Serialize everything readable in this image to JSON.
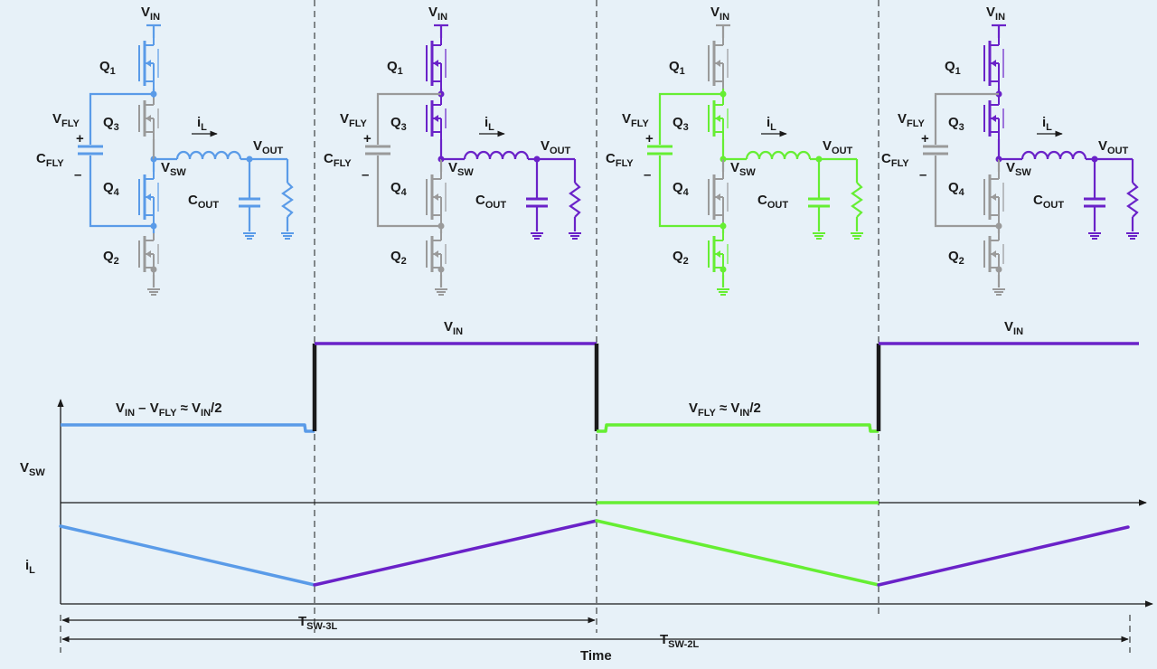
{
  "colors": {
    "background": "#e7f1f8",
    "phase1": "#5a9be8",
    "phase2": "#6a22c8",
    "phase3": "#66ee33",
    "inactive": "#9a9a9a",
    "ink": "#1a1a1a"
  },
  "circuit_labels": {
    "vin": {
      "main": "V",
      "sub": "IN"
    },
    "q1": {
      "main": "Q",
      "sub": "1"
    },
    "q2": {
      "main": "Q",
      "sub": "2"
    },
    "q3": {
      "main": "Q",
      "sub": "3"
    },
    "q4": {
      "main": "Q",
      "sub": "4"
    },
    "vfly": {
      "main": "V",
      "sub": "FLY"
    },
    "cfly": {
      "main": "C",
      "sub": "FLY"
    },
    "plus": "+",
    "minus": "–",
    "il": {
      "main": "i",
      "sub": "L"
    },
    "vout": {
      "main": "V",
      "sub": "OUT"
    },
    "vsw": {
      "main": "V",
      "sub": "SW"
    },
    "cout": {
      "main": "C",
      "sub": "OUT"
    }
  },
  "phases": [
    {
      "color_key": "phase1",
      "q1": true,
      "q2": false,
      "q3": false,
      "q4": true,
      "cfly": true
    },
    {
      "color_key": "phase2",
      "q1": true,
      "q2": false,
      "q3": true,
      "q4": false,
      "cfly": false
    },
    {
      "color_key": "phase3",
      "q1": false,
      "q2": true,
      "q3": true,
      "q4": false,
      "cfly": true
    },
    {
      "color_key": "phase2",
      "q1": true,
      "q2": false,
      "q3": true,
      "q4": false,
      "cfly": false
    }
  ],
  "waveform": {
    "axis_labels": {
      "vsw": {
        "main": "V",
        "sub": "SW"
      },
      "il": {
        "main": "i",
        "sub": "L"
      },
      "time": "Time"
    },
    "levels": {
      "vin": {
        "main": "V",
        "sub": "IN"
      },
      "half1": {
        "parts": [
          {
            "t": "V",
            "sub": false
          },
          {
            "t": "IN",
            "sub": true
          },
          {
            "t": " – V",
            "sub": false
          },
          {
            "t": "FLY",
            "sub": true
          },
          {
            "t": " ≈ V",
            "sub": false
          },
          {
            "t": "IN",
            "sub": true
          },
          {
            "t": "/2",
            "sub": false
          }
        ]
      },
      "half2": {
        "parts": [
          {
            "t": "V",
            "sub": false
          },
          {
            "t": "FLY",
            "sub": true
          },
          {
            "t": " ≈ V",
            "sub": false
          },
          {
            "t": "IN",
            "sub": true
          },
          {
            "t": "/2",
            "sub": false
          }
        ]
      }
    },
    "periods": {
      "t3l": {
        "main": "T",
        "sub": "SW-3L"
      },
      "t2l": {
        "main": "T",
        "sub": "SW-2L"
      }
    }
  }
}
